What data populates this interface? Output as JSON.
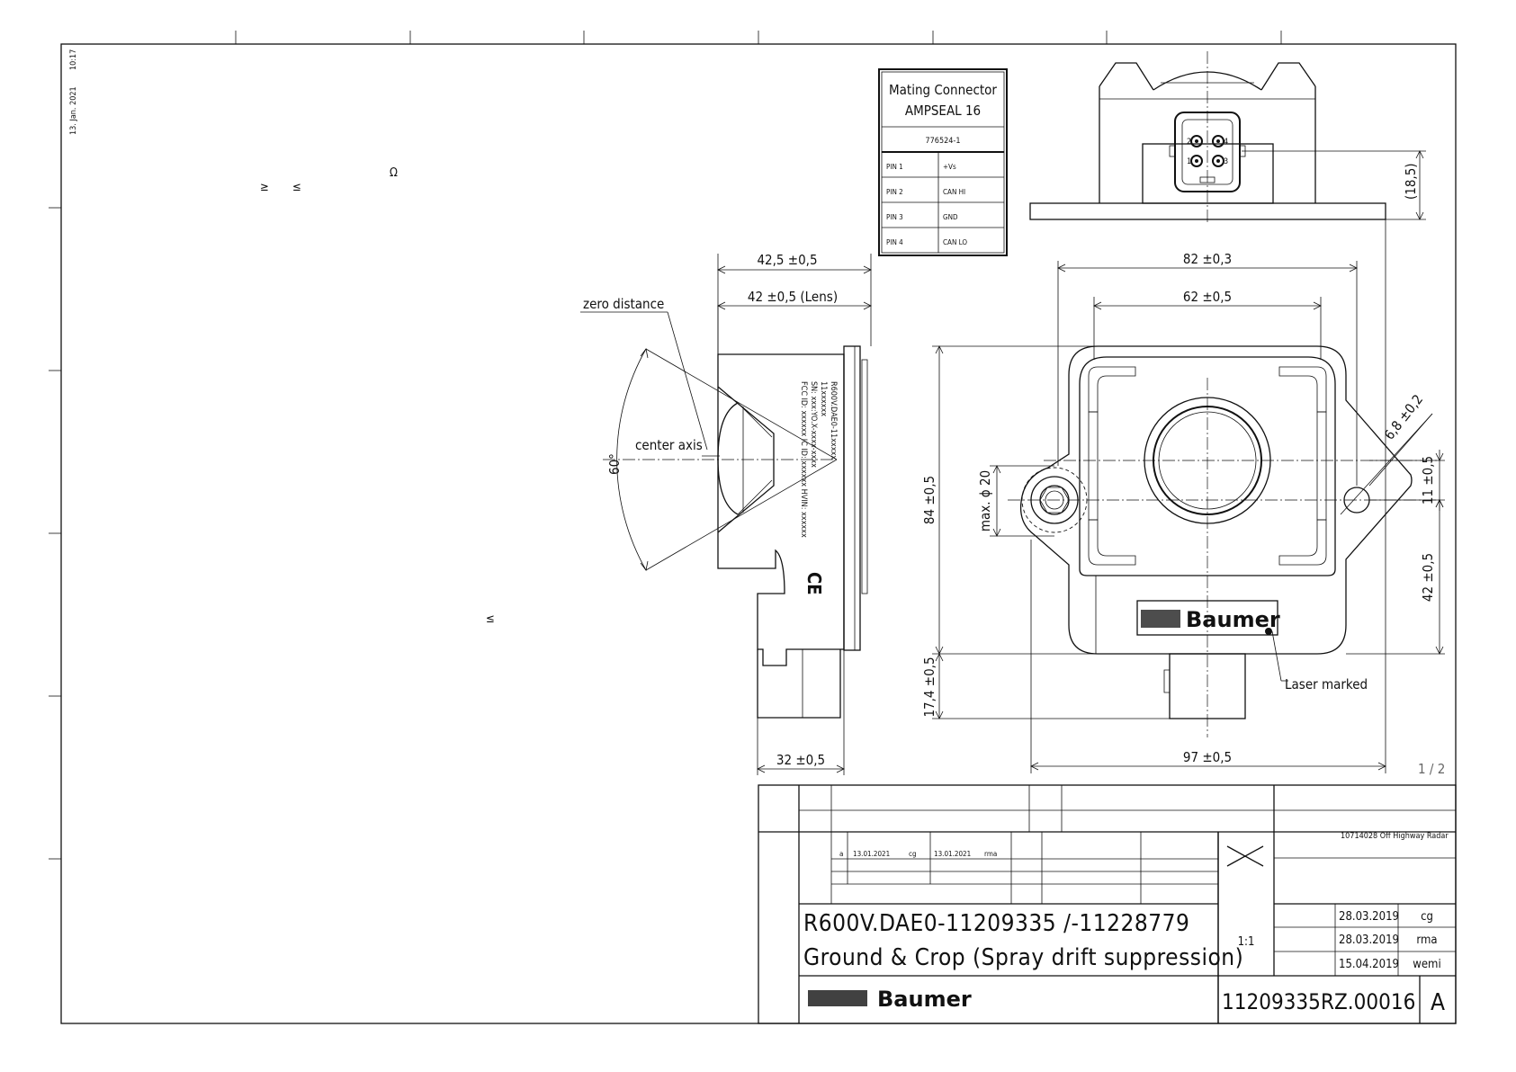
{
  "stamp": {
    "date": "13. Jan. 2021",
    "time": "10:17"
  },
  "symbols": {
    "omega": "Ω",
    "ge": "≥",
    "le": "≤",
    "le2": "≤"
  },
  "mating": {
    "title1": "Mating Connector",
    "title2": "AMPSEAL 16",
    "part": "776524-1",
    "pins": [
      {
        "pin": "PIN 1",
        "signal": "+Vs"
      },
      {
        "pin": "PIN 2",
        "signal": "CAN HI"
      },
      {
        "pin": "PIN 3",
        "signal": "GND"
      },
      {
        "pin": "PIN 4",
        "signal": "CAN LO"
      }
    ]
  },
  "connector_pins": {
    "p1": "1",
    "p2": "2",
    "p3": "3",
    "p4": "4"
  },
  "side_view": {
    "dim_total": "42,5 ±0,5",
    "dim_lens": "42 ±0,5  (Lens)",
    "dim_width": "32 ±0,5",
    "zero_distance": "zero distance",
    "center_axis": "center axis",
    "angle": "60°",
    "label_lines": [
      "R600V.DAE0-11xxxxx",
      "11xxxxxx",
      "SN: xxx:YO.X-xxxx-xxxx",
      "FCC ID: xxxxxx  IC ID: xxxxxx  HVIN: xxxxxx"
    ],
    "ce": "CE"
  },
  "front_view": {
    "dim_82": "82 ±0,3",
    "dim_62": "62 ±0,5",
    "dim_97": "97 ±0,5",
    "dim_84": "84 ±0,5",
    "dim_174": "17,4 ±0,5",
    "dim_max20": "max. ϕ 20",
    "dim_68": "6,8 ±0,2",
    "dim_11": "11 ±0,5",
    "dim_42": "42 ±0,5",
    "dim_185": "(18,5)",
    "brand": "Baumer",
    "laser": "Laser marked"
  },
  "sheet": "1 / 2",
  "title_block": {
    "rev": {
      "letter": "a",
      "date1": "13.01.2021",
      "by1": "cg",
      "date2": "13.01.2021",
      "by2": "rma"
    },
    "ref": "10714028 Off Highway Radar",
    "title1": "R600V.DAE0-11209335 /-11228779",
    "title2": "Ground & Crop (Spray drift suppression)",
    "scale": "1:1",
    "approvals": [
      {
        "date": "28.03.2019",
        "by": "cg"
      },
      {
        "date": "28.03.2019",
        "by": "rma"
      },
      {
        "date": "15.04.2019",
        "by": "wemi"
      }
    ],
    "brand": "Baumer",
    "number": "11209335",
    "doc": "RZ.00016",
    "sheet_rev": "A"
  }
}
